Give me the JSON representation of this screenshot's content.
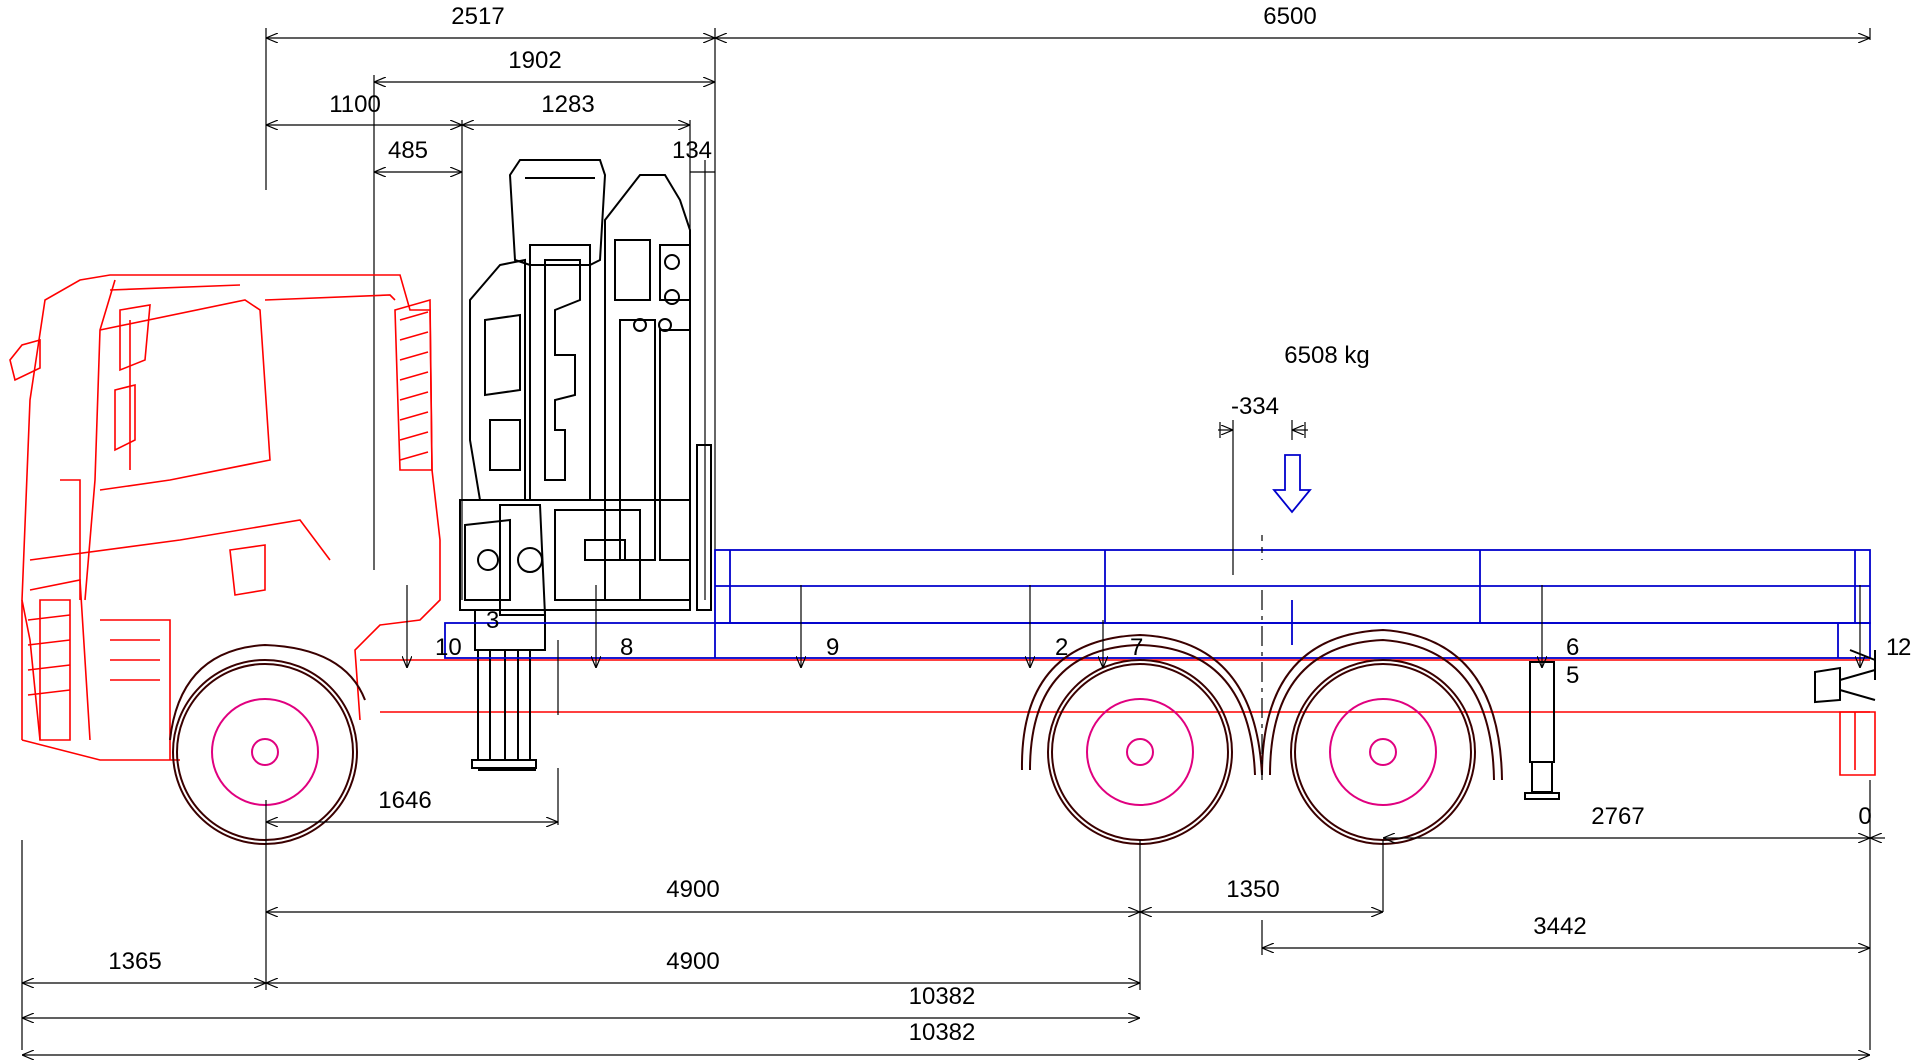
{
  "drawing": {
    "weight_label": "6508 kg",
    "offset_label": "-334",
    "dimensions_top": {
      "overall_cab_to_crane": "2517",
      "body_length": "6500",
      "crane_span": "1902",
      "cab_gap": "1100",
      "crane_base": "1283",
      "crane_offset": "485",
      "crane_rear_gap": "134"
    },
    "dimensions_bottom": {
      "outrigger_reach": "1646",
      "rear_overhang": "2767",
      "rear_zero": "0",
      "wheelbase_1": "4900",
      "tandem_spacing": "1350",
      "rear_to_end": "3442",
      "front_overhang": "1365",
      "wheelbase_2": "4900",
      "length_to_axle": "10382",
      "total_length": "10382"
    },
    "markers": {
      "m10": "10",
      "m3": "3",
      "m8": "8",
      "m9": "9",
      "m2": "2",
      "m7": "7",
      "m6": "6",
      "m5": "5",
      "m1": "1",
      "m2b": "2"
    }
  },
  "colors": {
    "cab": "#ff0000",
    "body": "#0000cc",
    "wheel": "#3a0000",
    "hub": "#e0007f",
    "lines": "#000000"
  }
}
